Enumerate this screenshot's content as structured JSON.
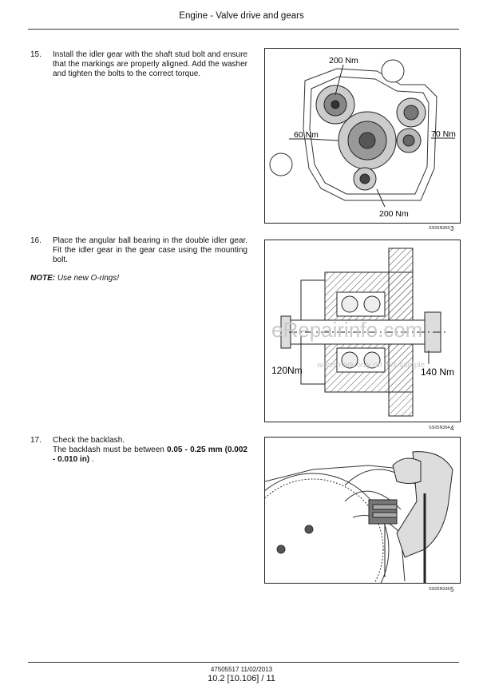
{
  "header": {
    "title": "Engine - Valve drive and gears"
  },
  "steps": [
    {
      "number": "15.",
      "text": "Install the idler gear with the shaft stud bolt and ensure that the markings are properly aligned. Add the washer and tighten the bolts to the correct torque."
    },
    {
      "number": "16.",
      "text": "Place the angular ball bearing in the double idler gear. Fit the idler gear in the gear case using the mounting bolt."
    },
    {
      "number": "17.",
      "text_line1": "Check the backlash.",
      "text_line2_prefix": "The backlash must be between ",
      "text_line2_bold": "0.05 - 0.25 mm (0.002 - 0.010 in)",
      "text_line2_suffix": " ."
    }
  ],
  "note": {
    "label": "NOTE:",
    "text": " Use new O-rings!"
  },
  "figures": [
    {
      "id": "3",
      "code": "SS05N365",
      "labels": {
        "top": "200 Nm",
        "left": "60 Nm",
        "right": "70 Nm",
        "bottom": "200 Nm"
      }
    },
    {
      "id": "4",
      "code": "SS05N364",
      "labels": {
        "left": "120Nm",
        "right": "140 Nm"
      }
    },
    {
      "id": "5",
      "code": "SS05N336"
    }
  ],
  "watermark": {
    "main": "eRepairinfo.com",
    "sub": "watermark only on this sample"
  },
  "footer": {
    "doc": "47505517 11/02/2013",
    "page": "10.2 [10.106] / 11"
  }
}
